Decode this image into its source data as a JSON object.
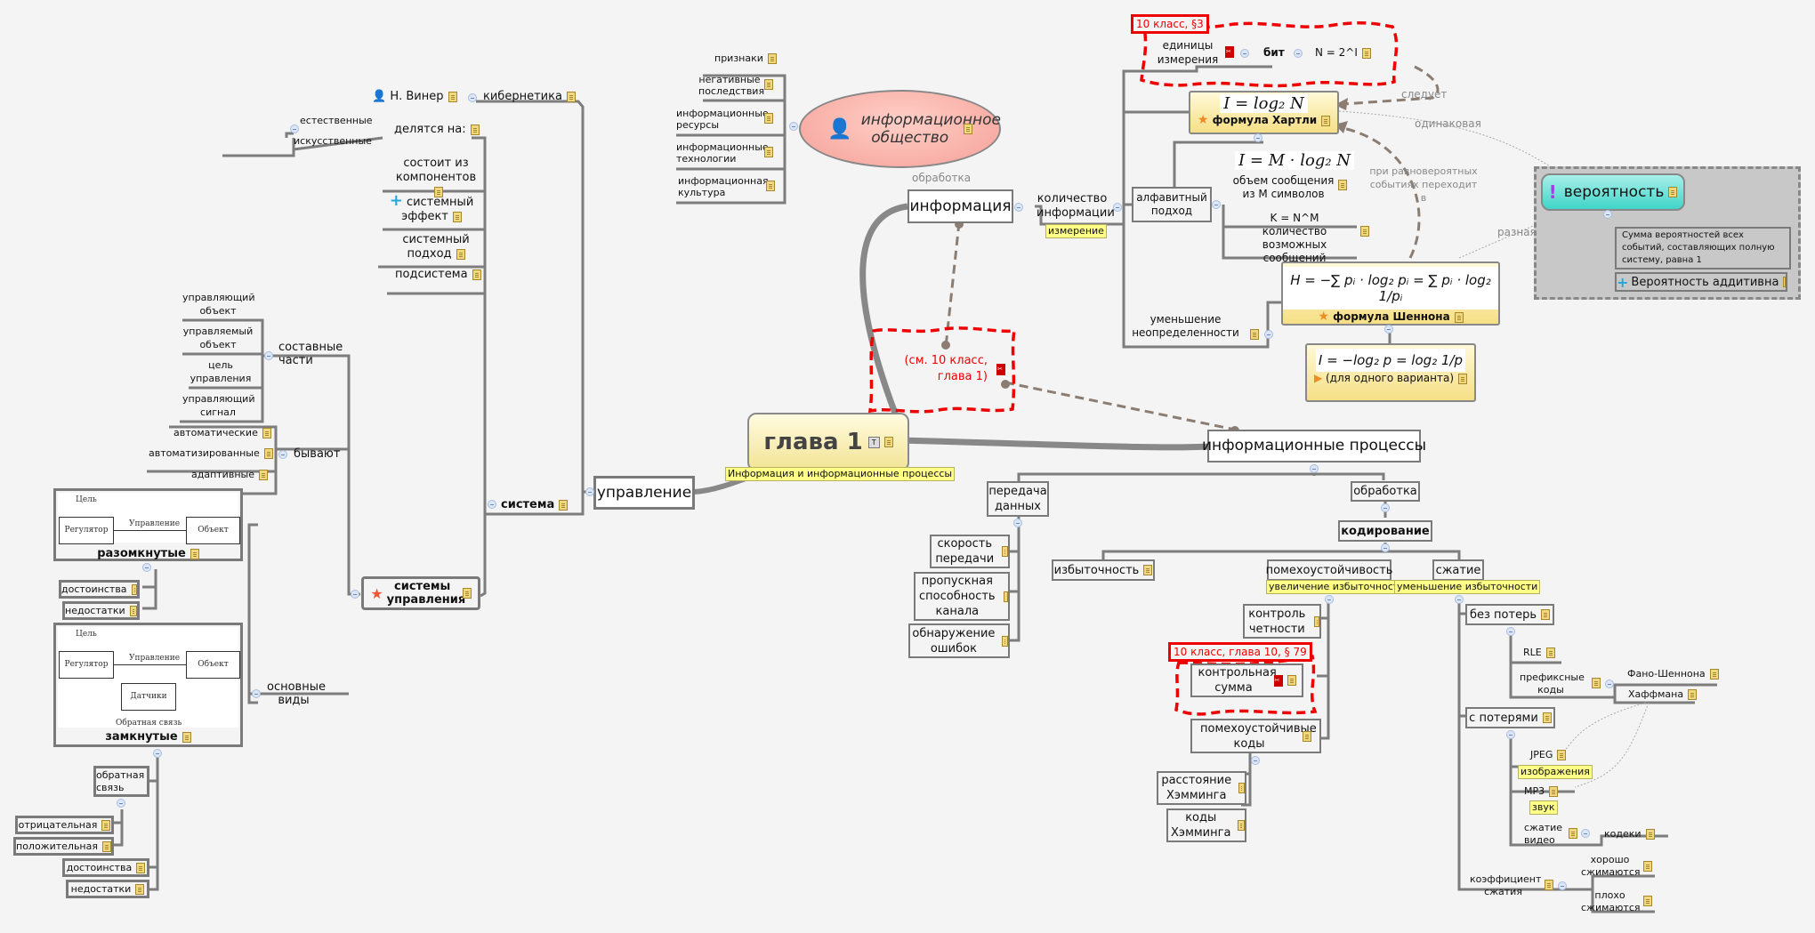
{
  "central": {
    "title": "глава 1",
    "label": "Информация и информационные процессы"
  },
  "left": {
    "upravlenie": "управление",
    "sistema": "система",
    "kibernetika": "кибернетика",
    "winer": "Н. Винер",
    "delyatsya": "делятся на:",
    "delyatsya_children": [
      "естественные",
      "искусственные"
    ],
    "sistema_children": [
      "состоит из компонентов",
      "системный эффект",
      "системный подход",
      "подсистема"
    ],
    "sistemy_upravleniya": "системы управления",
    "sostavnye": "составные части",
    "sostavnye_children": [
      "управляющий объект",
      "управляемый объект",
      "цель управления",
      "управляющий сигнал"
    ],
    "byvayut": "бывают",
    "byvayut_children": [
      "автоматические",
      "автоматизированные",
      "адаптивные"
    ],
    "osnovnye_vidy": "основные виды",
    "razomknutye": "разомкнутые",
    "zamknutye": "замкнутые",
    "razomknutye_children": [
      "достоинства",
      "недостатки"
    ],
    "zamknutye_children": [
      "достоинства",
      "недостатки"
    ],
    "obratnaya_svyaz": "обратная связь",
    "obratnaya_children": [
      "отрицательная",
      "положительная"
    ],
    "diagram": {
      "goal": "Цель",
      "regulator": "Регулятор",
      "control": "Управление",
      "object": "Объект",
      "sensors": "Датчики",
      "feedback": "Обратная связь"
    }
  },
  "top": {
    "obshchestvo": "информационное общество",
    "obshchestvo_children": [
      "признаки",
      "негативные последствия",
      "информационные ресурсы",
      "информационные технологии",
      "информационная культура"
    ],
    "informatsiya": "информация",
    "rel_obrabotka": "обработка",
    "callout": "(см. 10 класс, глава 1)"
  },
  "kolichestvo": {
    "title": "количество информации",
    "label": "измерение",
    "edinitsy": "единицы измерения",
    "bit": "бит",
    "n2i": "N = 2^I",
    "tag_10_3": "10 класс, §3",
    "hartley_formula": "I = log₂ N",
    "hartley": "формула Хартли",
    "alfavitny": "алфавитный подход",
    "volume_formula": "I = M · log₂ N",
    "volume": "объем сообщения из M символов",
    "knm_formula": "K = N^M",
    "knm": "количество возможных сообщений",
    "umenshenie": "уменьшение неопределенности",
    "shannon_formula": "H = −∑ pᵢ · log₂ pᵢ = ∑ pᵢ · log₂ 1/pᵢ",
    "shannon": "формула Шеннона",
    "single_formula": "I = −log₂ p = log₂ 1/p",
    "single": "(для одного варианта)",
    "rel_sleduet": "следует",
    "rel_odinakovaya": "одинаковая",
    "rel_ravnover": "при равновероятных событиях переходит в",
    "rel_raznaya": "разная"
  },
  "probability": {
    "title": "вероятность",
    "sum": "Сумма вероятностей всех событий, составляющих полную систему, равна 1",
    "additive": "Вероятность аддитивна"
  },
  "processes": {
    "title": "информационные процессы",
    "peredacha": "передача данных",
    "peredacha_children": [
      "скорость передачи",
      "пропускная способность канала",
      "обнаружение ошибок"
    ],
    "obrabotka": "обработка",
    "kodirovanie": "кодирование",
    "izbytochnost": "избыточность",
    "pomeh": "помехоустойчивость",
    "pomeh_label": "увеличение избыточности",
    "szhatie": "сжатие",
    "szhatie_label": "уменьшение избыточности",
    "kontrol_chetnosti": "контроль четности",
    "tag_10_79": "10 класс, глава 10, § 79",
    "kontrolnaya_summa": "контрольная сумма",
    "pomeh_kody": "помехоустойчивые коды",
    "hamming_dist": "расстояние Хэмминга",
    "hamming_codes": "коды Хэмминга",
    "bez_poter": "без потерь",
    "rle": "RLE",
    "prefix": "префиксные коды",
    "fano": "Фано-Шеннона",
    "huffman": "Хаффмана",
    "s_poteryami": "с потерями",
    "jpeg": "JPEG",
    "jpeg_label": "изображения",
    "mp3": "MP3",
    "mp3_label": "звук",
    "video": "сжатие видео",
    "codecs": "кодеки",
    "koef": "коэффициент сжатия",
    "good": "хорошо сжимаются",
    "bad": "плохо сжимаются"
  }
}
